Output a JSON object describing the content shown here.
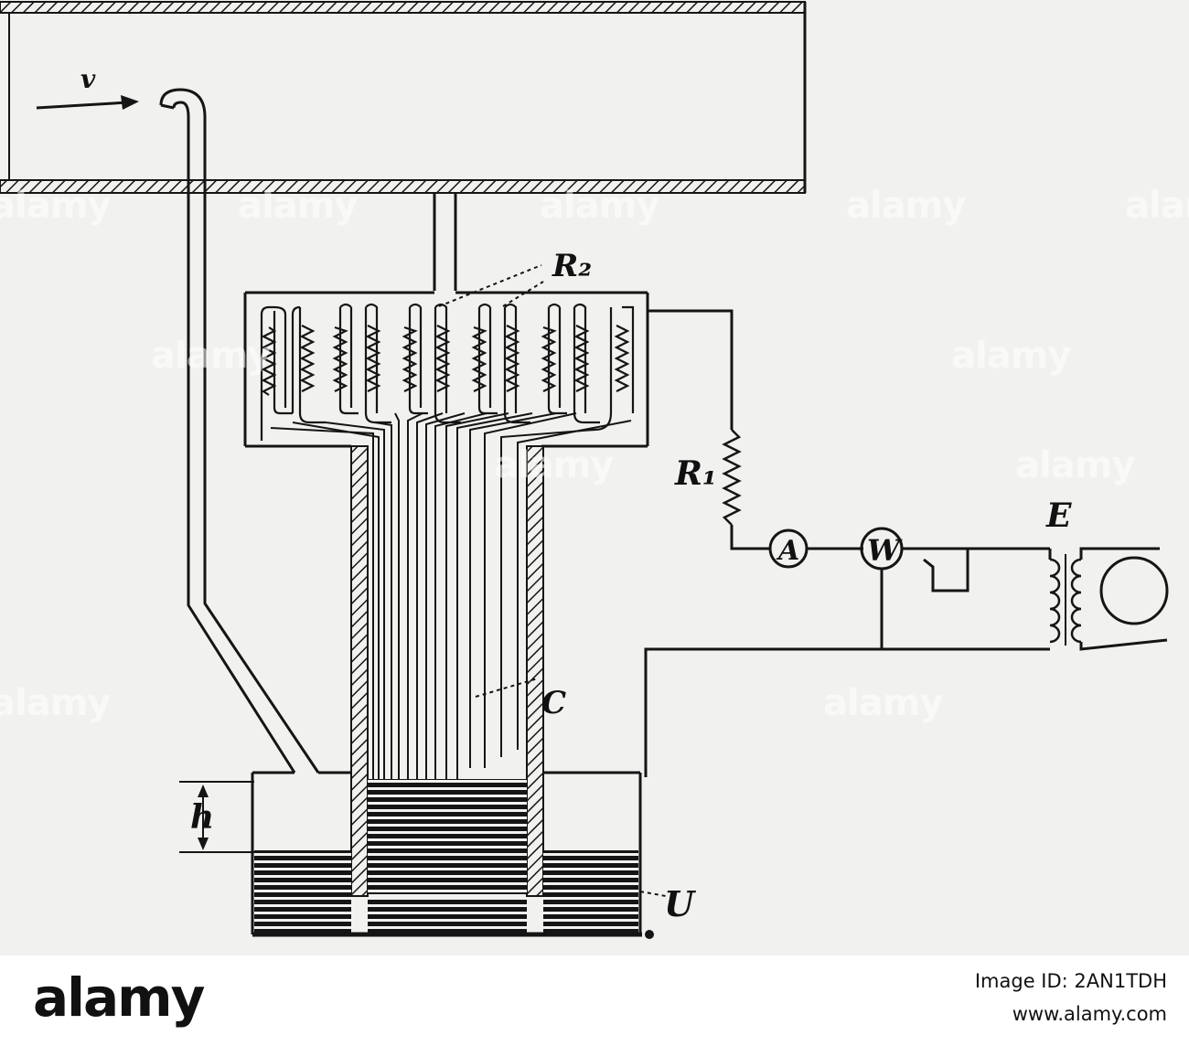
{
  "labels": {
    "v": "v",
    "R2": "R₂",
    "R1": "R₁",
    "A": "A",
    "W": "W",
    "E": "E",
    "C": "C",
    "h": "h",
    "U": "U"
  },
  "watermark": "alamy",
  "footer": {
    "brand": "alamy",
    "image_id": "Image ID: 2AN1TDH",
    "site": "www.alamy.com"
  },
  "colors": {
    "ink": "#151515",
    "paper": "#f1f1ef",
    "footer_bg": "#ffffff"
  }
}
